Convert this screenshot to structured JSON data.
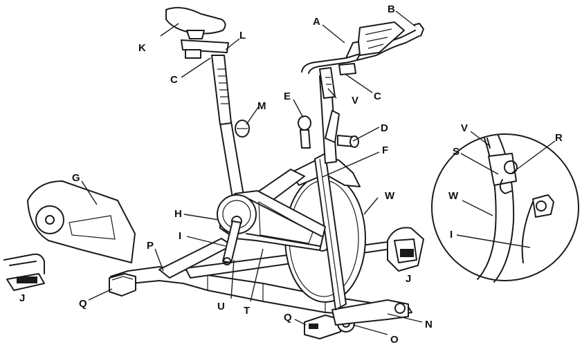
{
  "labels": {
    "A": "A",
    "B": "B",
    "C": "C",
    "D": "D",
    "E": "E",
    "F": "F",
    "G": "G",
    "H": "H",
    "I": "I",
    "J": "J",
    "K": "K",
    "L": "L",
    "M": "M",
    "N": "N",
    "O": "O",
    "P": "P",
    "Q": "Q",
    "R": "R",
    "S": "S",
    "T": "T",
    "U": "U",
    "V": "V",
    "W": "W"
  }
}
